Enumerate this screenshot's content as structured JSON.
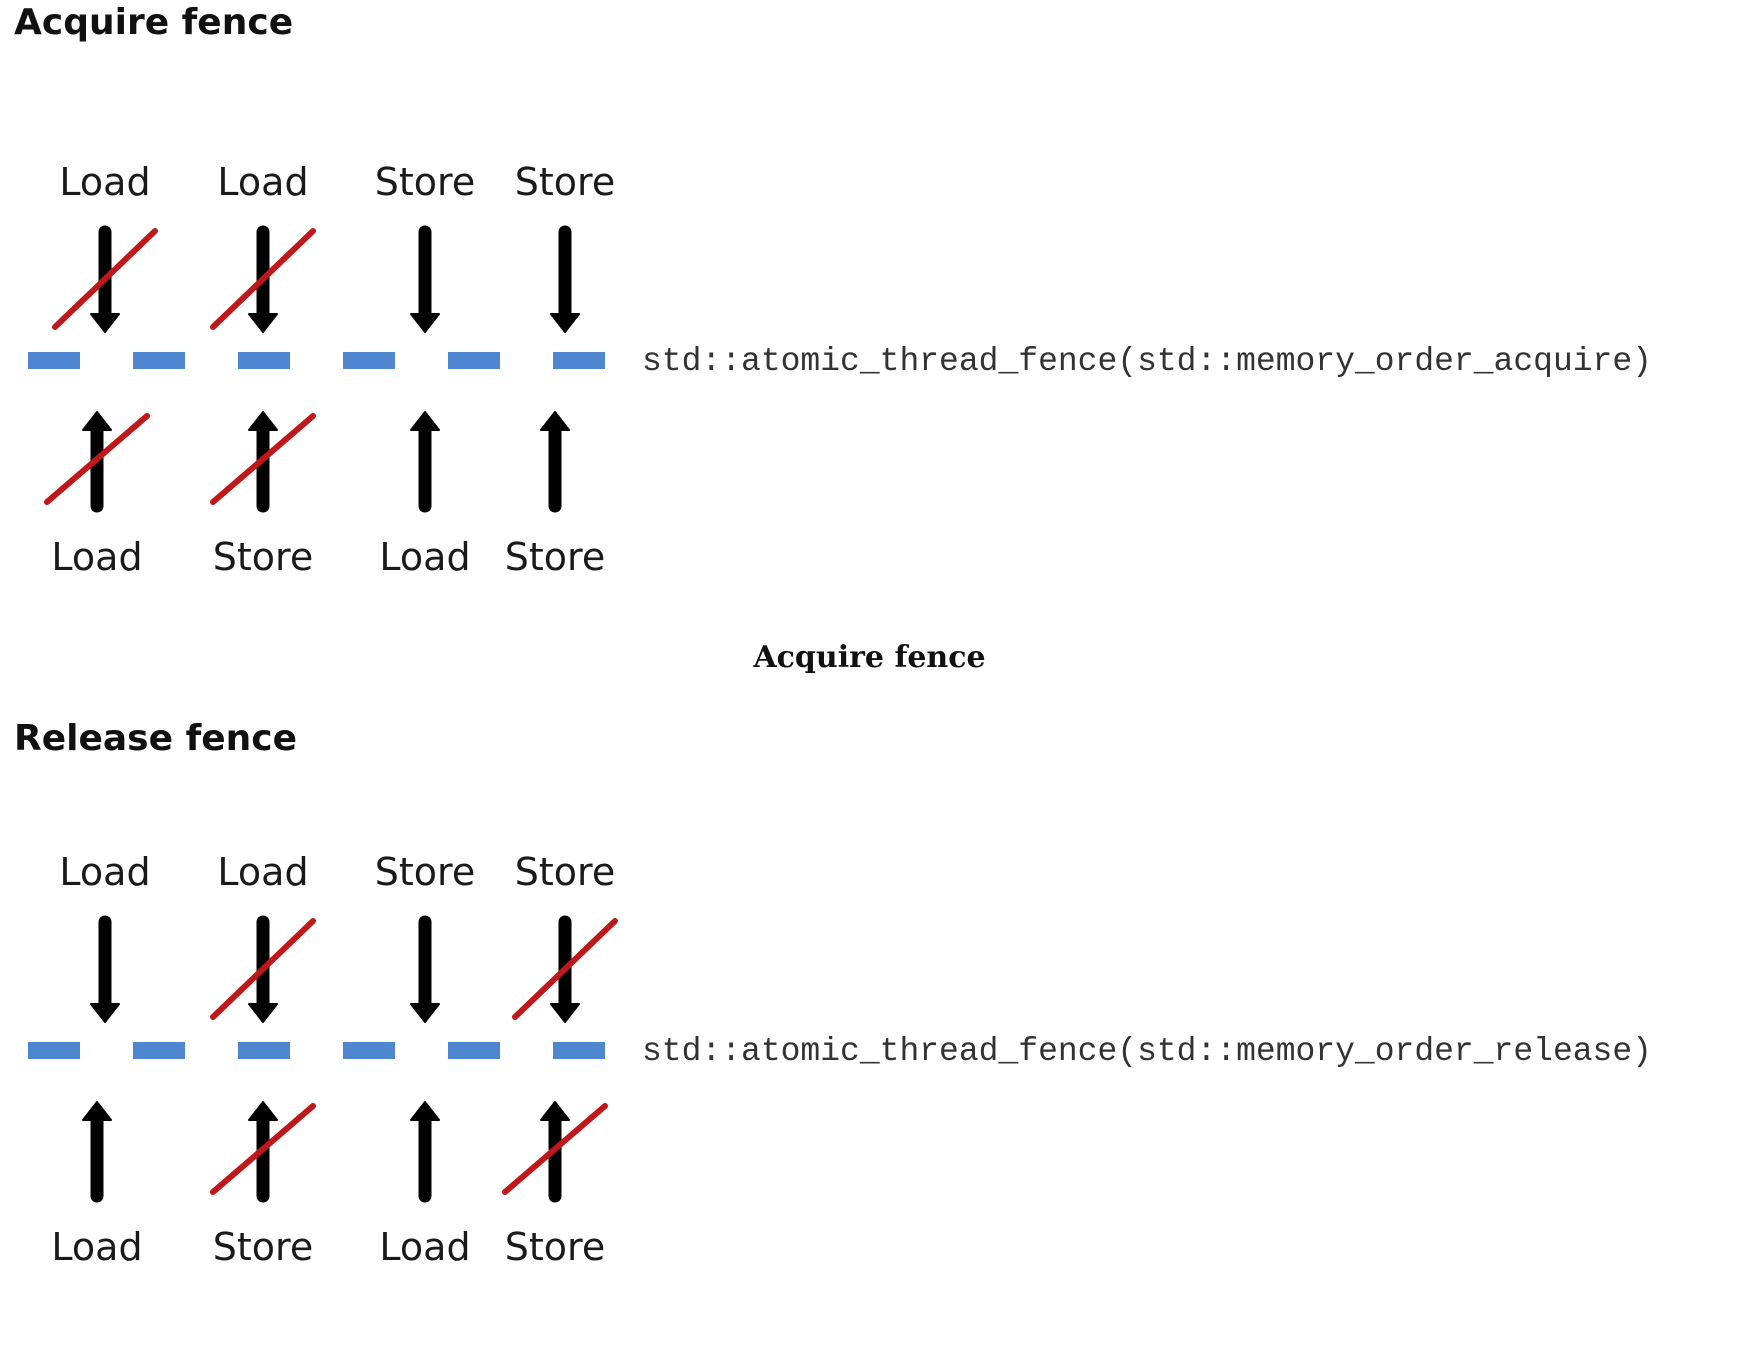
{
  "sections": [
    {
      "id": "acquire",
      "heading": "Acquire fence",
      "code": "std::atomic_thread_fence(std::memory_order_acquire)",
      "top_ops": [
        {
          "label": "Load",
          "blocked": true
        },
        {
          "label": "Load",
          "blocked": true
        },
        {
          "label": "Store",
          "blocked": false
        },
        {
          "label": "Store",
          "blocked": false
        }
      ],
      "bottom_ops": [
        {
          "label": "Load",
          "blocked": true
        },
        {
          "label": "Store",
          "blocked": true
        },
        {
          "label": "Load",
          "blocked": false
        },
        {
          "label": "Store",
          "blocked": false
        }
      ]
    },
    {
      "id": "release",
      "heading": "Release fence",
      "code": "std::atomic_thread_fence(std::memory_order_release)",
      "top_ops": [
        {
          "label": "Load",
          "blocked": false
        },
        {
          "label": "Load",
          "blocked": true
        },
        {
          "label": "Store",
          "blocked": false
        },
        {
          "label": "Store",
          "blocked": true
        }
      ],
      "bottom_ops": [
        {
          "label": "Load",
          "blocked": false
        },
        {
          "label": "Store",
          "blocked": true
        },
        {
          "label": "Load",
          "blocked": false
        },
        {
          "label": "Store",
          "blocked": true
        }
      ]
    }
  ],
  "caption": "Acquire fence",
  "colors": {
    "fence_dash": "#4f86d0",
    "arrow": "#000000",
    "strike": "#c0171b",
    "text": "#1a1a1a"
  }
}
